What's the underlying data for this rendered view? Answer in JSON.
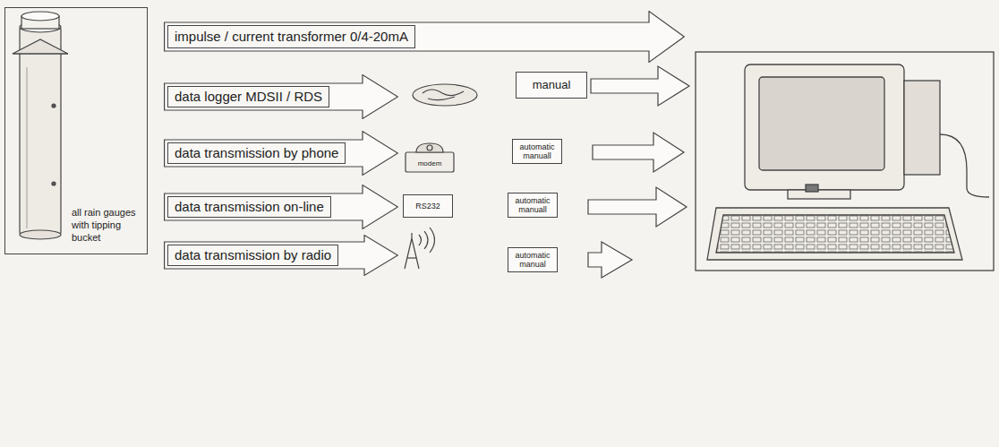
{
  "diagram": {
    "nodes": [
      {
        "text": [
          "all rain gauges with tipping bucket"
        ]
      },
      {
        "text": [
          "impulse / current transformer 0/4-20mA"
        ]
      },
      {
        "text": [
          "data logger MDSII / RDS"
        ]
      },
      {
        "text": [
          "data transmission by phone"
        ]
      },
      {
        "text": [
          "data transmission on-line"
        ]
      },
      {
        "text": [
          "data transmission by radio"
        ]
      },
      {
        "text": [
          "manual"
        ]
      },
      {
        "text": [
          "automatic manuall"
        ]
      },
      {
        "text": [
          "RS232"
        ]
      },
      {
        "text": [
          "automatic manuall"
        ]
      },
      {
        "text": [
          "automatic manual"
        ]
      }
    ],
    "labels": [
      "modem"
    ]
  }
}
